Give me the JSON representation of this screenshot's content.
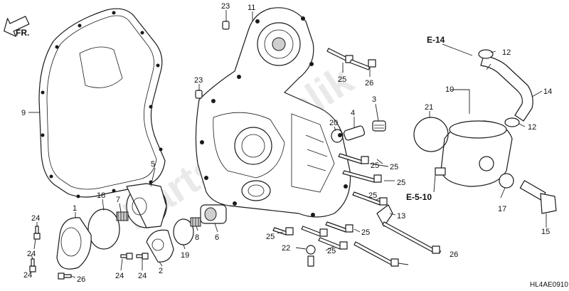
{
  "direction_label": "FR.",
  "watermark_text": "Partsrepublik",
  "diagram_code": "HL4AE0910",
  "reference_labels": {
    "ref_e14": "E-14",
    "ref_e510": "E-5-10"
  },
  "part_labels": [
    {
      "id": "p23a",
      "text": "23"
    },
    {
      "id": "p11",
      "text": "11"
    },
    {
      "id": "p12a",
      "text": "12"
    },
    {
      "id": "p25a",
      "text": "25"
    },
    {
      "id": "p26a",
      "text": "26"
    },
    {
      "id": "p23b",
      "text": "23"
    },
    {
      "id": "p10",
      "text": "10"
    },
    {
      "id": "p14",
      "text": "14"
    },
    {
      "id": "p9",
      "text": "9"
    },
    {
      "id": "p3",
      "text": "3"
    },
    {
      "id": "p4",
      "text": "4"
    },
    {
      "id": "p21",
      "text": "21"
    },
    {
      "id": "p20",
      "text": "20"
    },
    {
      "id": "p12b",
      "text": "12"
    },
    {
      "id": "p25b",
      "text": "25"
    },
    {
      "id": "p5",
      "text": "5"
    },
    {
      "id": "p25c",
      "text": "25"
    },
    {
      "id": "p25d",
      "text": "25"
    },
    {
      "id": "p18",
      "text": "18"
    },
    {
      "id": "p7",
      "text": "7"
    },
    {
      "id": "p1",
      "text": "1"
    },
    {
      "id": "p25e",
      "text": "25"
    },
    {
      "id": "p17",
      "text": "17"
    },
    {
      "id": "p13",
      "text": "13"
    },
    {
      "id": "p24a",
      "text": "24"
    },
    {
      "id": "p8",
      "text": "8"
    },
    {
      "id": "p6",
      "text": "6"
    },
    {
      "id": "p25f",
      "text": "25"
    },
    {
      "id": "p25g",
      "text": "25"
    },
    {
      "id": "p15",
      "text": "15"
    },
    {
      "id": "p19",
      "text": "19"
    },
    {
      "id": "p22",
      "text": "22"
    },
    {
      "id": "p25h",
      "text": "25"
    },
    {
      "id": "p24b",
      "text": "24"
    },
    {
      "id": "p26b",
      "text": "26"
    },
    {
      "id": "p2",
      "text": "2"
    },
    {
      "id": "p24c",
      "text": "24"
    },
    {
      "id": "p24d",
      "text": "24"
    },
    {
      "id": "p24e",
      "text": "24"
    },
    {
      "id": "p26c",
      "text": "26"
    }
  ]
}
